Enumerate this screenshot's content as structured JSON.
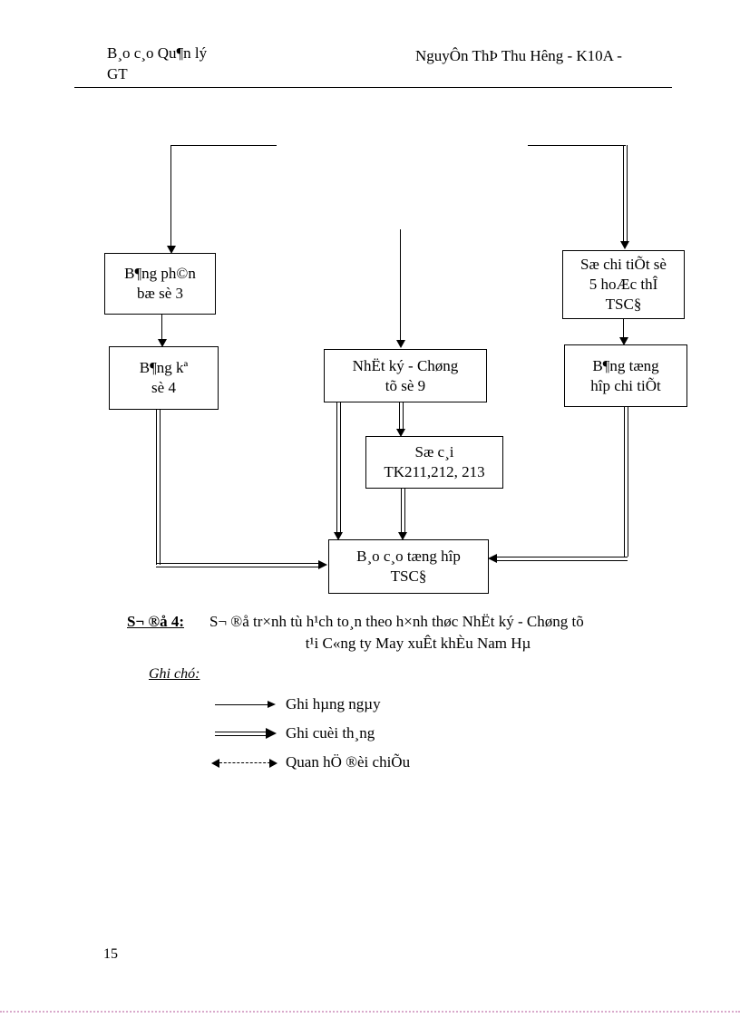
{
  "header": {
    "left_line1": "B¸o c¸o Qu¶n lý",
    "left_line2": "GT",
    "right": "NguyÔn ThÞ Thu Hêng  - K10A -"
  },
  "diagram": {
    "boxes": {
      "phan_bo": {
        "text": "B¶ng ph©n\nbæ sè 3"
      },
      "bang_ke": {
        "text": "B¶ng kª\nsè 4"
      },
      "nhat_ky": {
        "text": "NhËt ký - Chøng\ntõ sè 9"
      },
      "so_chi_tiet": {
        "text": "Sæ chi tiÕt  sè\n5 hoÆc thÎ\nTSC§"
      },
      "bang_tong_hop": {
        "text": "B¶ng tæng\nhîp chi tiÕt"
      },
      "so_cai": {
        "text": "Sæ c¸i\nTK211,212, 213"
      },
      "bao_cao": {
        "text": "B¸o c¸o tæng hîp\nTSC§"
      }
    }
  },
  "caption": {
    "label": "S¬ ®å 4:",
    "line1": "S¬ ®å tr×nh tù h¹ch to¸n theo h×nh thøc NhËt ký - Chøng tõ",
    "line2": "t¹i C«ng ty May xuÊt khÈu Nam Hµ"
  },
  "legend": {
    "title": "Ghi chó:",
    "items": [
      {
        "icon": "single-arrow-icon",
        "label": "Ghi hµng ngµy"
      },
      {
        "icon": "double-arrow-icon",
        "label": "Ghi cuèi th¸ng"
      },
      {
        "icon": "dashed-double-arrow-icon",
        "label": "Quan hÖ ®èi chiÕu"
      }
    ]
  },
  "page_number": "15",
  "colors": {
    "line": "#000000",
    "page_break_dots": "#d9a9cb"
  }
}
